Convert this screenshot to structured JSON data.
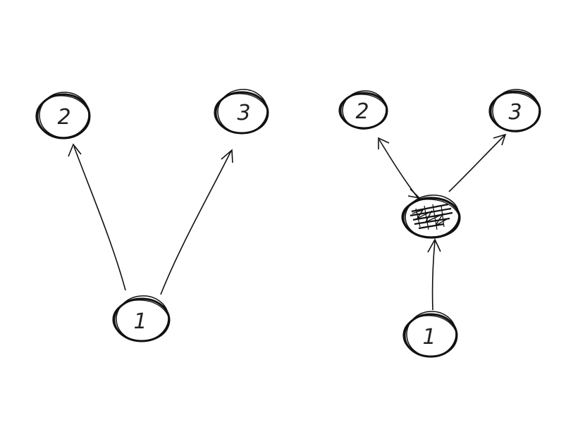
{
  "diagram": {
    "stroke_color": "#111111",
    "left": {
      "nodes": [
        {
          "id": "l1",
          "label": "1"
        },
        {
          "id": "l2",
          "label": "2"
        },
        {
          "id": "l3",
          "label": "3"
        }
      ],
      "edges": [
        {
          "from": "l1",
          "to": "l2"
        },
        {
          "from": "l1",
          "to": "l3"
        }
      ]
    },
    "right": {
      "nodes": [
        {
          "id": "r1",
          "label": "1"
        },
        {
          "id": "r2",
          "label": "2"
        },
        {
          "id": "r3",
          "label": "3"
        },
        {
          "id": "rh",
          "label": "",
          "scribbled": true
        }
      ],
      "edges": [
        {
          "from": "r1",
          "to": "rh"
        },
        {
          "from": "rh",
          "to": "r2"
        },
        {
          "from": "rh",
          "to": "r3"
        }
      ]
    }
  }
}
